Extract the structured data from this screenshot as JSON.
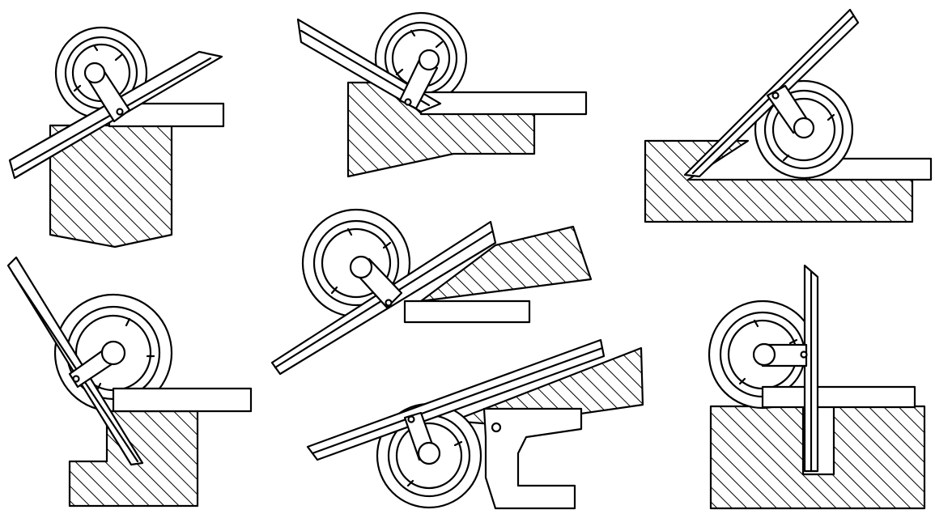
{
  "colors": {
    "ink": "#000000",
    "paper": "#ffffff"
  },
  "hatch_pattern": "diagonal-lines",
  "figure": {
    "panel_count": 7,
    "instrument": "universal-bevel-protractor",
    "panels": [
      {
        "id": "top-left"
      },
      {
        "id": "top-center"
      },
      {
        "id": "top-right"
      },
      {
        "id": "middle-center"
      },
      {
        "id": "bottom-left"
      },
      {
        "id": "bottom-center"
      },
      {
        "id": "bottom-right"
      }
    ]
  }
}
